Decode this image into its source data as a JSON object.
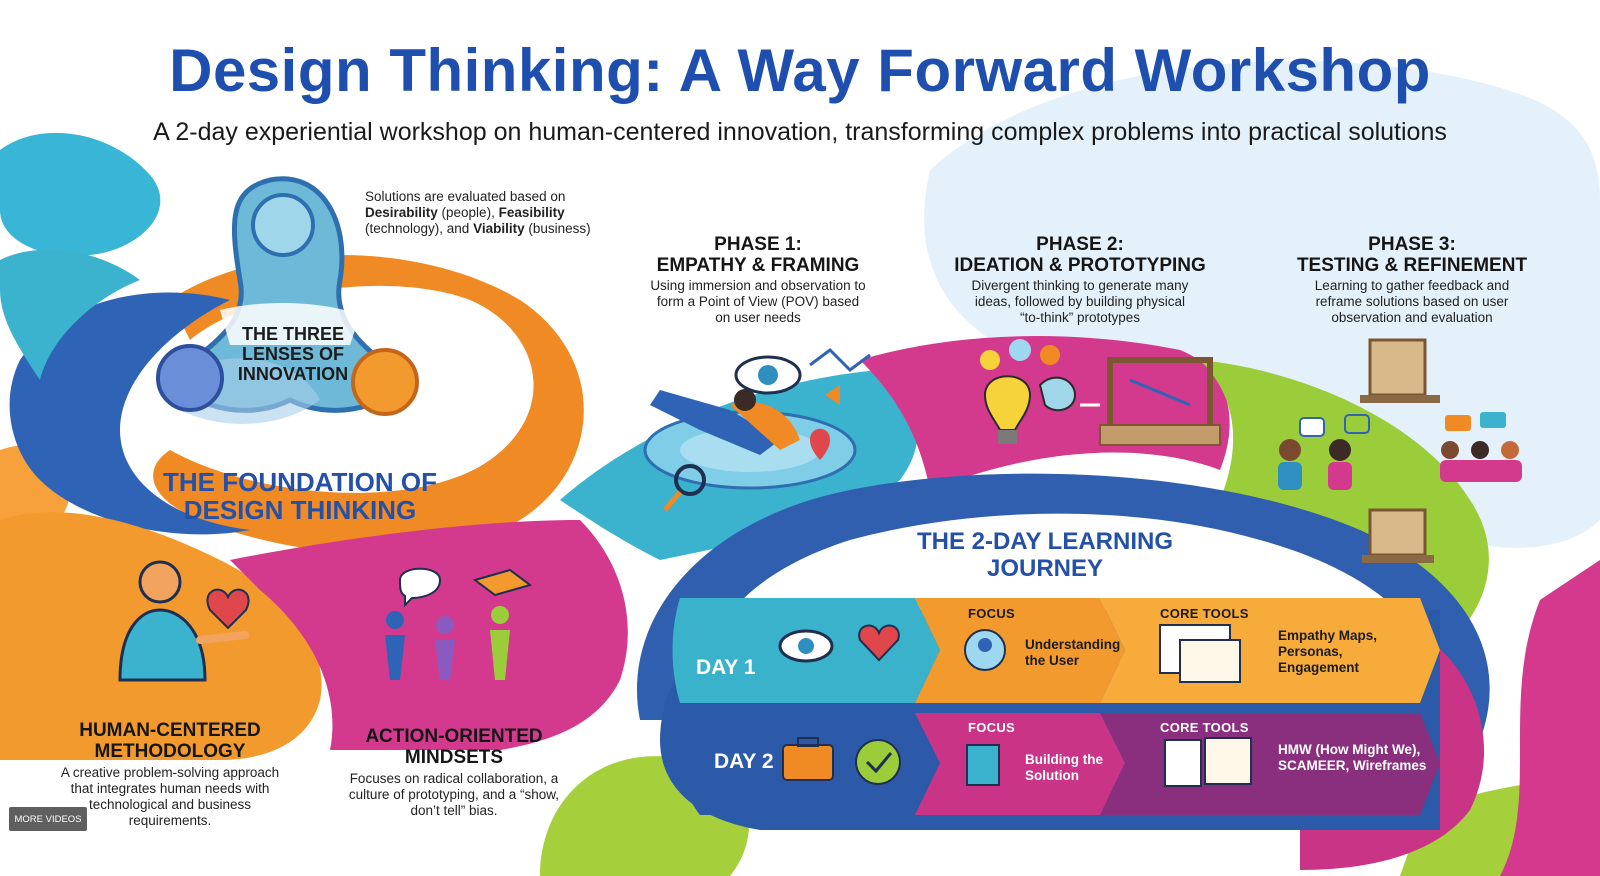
{
  "title": "Design Thinking: A Way Forward Workshop",
  "subtitle": "A 2-day experiential workshop on human-centered innovation, transforming complex problems into practical solutions",
  "lenses": {
    "note_prefix": "Solutions are evaluated based on",
    "desirability": "Desirability",
    "desirability_tail": " (people), ",
    "feasibility": "Feasibility",
    "technology": "(technology), and ",
    "viability": "Viability",
    "viability_tail": " (business)",
    "title": "THE THREE LENSES OF INNOVATION"
  },
  "foundation_title": "THE FOUNDATION OF DESIGN THINKING",
  "phases": [
    {
      "heading_1": "PHASE 1:",
      "heading_2": "EMPATHY & FRAMING",
      "desc": "Using immersion and observation to form a Point of View (POV) based on user needs"
    },
    {
      "heading_1": "PHASE 2:",
      "heading_2": "IDEATION & PROTOTYPING",
      "desc": "Divergent thinking to generate many ideas, followed by building physical “to-think” prototypes"
    },
    {
      "heading_1": "PHASE 3:",
      "heading_2": "TESTING & REFINEMENT",
      "desc": "Learning to gather feedback and reframe solutions based on user observation and evaluation"
    }
  ],
  "journey_title": "THE 2-DAY LEARNING JOURNEY",
  "days": [
    {
      "label": "DAY 1",
      "focus_header": "FOCUS",
      "focus_value": "Understanding the User",
      "tools_header": "CORE TOOLS",
      "tools_value": "Empathy Maps, Personas, Engagement"
    },
    {
      "label": "DAY 2",
      "focus_header": "FOCUS",
      "focus_value": "Building the Solution",
      "tools_header": "CORE TOOLS",
      "tools_value": "HMW (How Might We), SCAMEER, Wireframes"
    }
  ],
  "bottom": [
    {
      "heading": "HUMAN-CENTERED METHODOLOGY",
      "desc": "A creative problem-solving approach that integrates human needs with technological and business requirements."
    },
    {
      "heading": "ACTION-ORIENTED MINDSETS",
      "desc": "Focuses on radical collaboration, a culture of prototyping, and a “show, don’t tell” bias."
    }
  ],
  "more_videos": "MORE VIDEOS",
  "colors": {
    "title_blue": "#1f4fae",
    "blue": "#2f63b6",
    "teal": "#3bb3cf",
    "orange": "#f08a24",
    "magenta": "#d33a8e",
    "purple": "#8a2f7e",
    "green": "#9bcc3a",
    "light_blue_bg": "#dfeff9"
  }
}
